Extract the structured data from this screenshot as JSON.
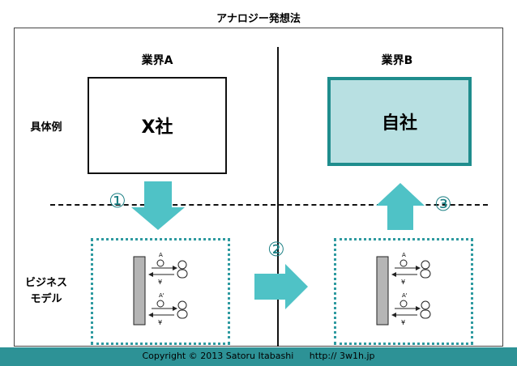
{
  "title": "アナロジー発想法",
  "industries": {
    "a": "業界A",
    "b": "業界B"
  },
  "rows": {
    "concrete": "具体例",
    "model_line1": "ビジネス",
    "model_line2": "モデル"
  },
  "boxes": {
    "x_company": "X社",
    "own_company": "自社"
  },
  "steps": {
    "one": "①",
    "two": "②",
    "three": "③"
  },
  "model_glyphs": {
    "a": "A",
    "a_prime": "A'",
    "yen": "¥"
  },
  "colors": {
    "teal_dark": "#1f8d8d",
    "teal_light": "#b8e0e2",
    "teal_arrow": "#4fc2c6",
    "footer": "#2d9296"
  },
  "footer": {
    "copyright": "Copyright  © 2013 Satoru Itabashi",
    "url": "http:// 3w1h.jp"
  }
}
